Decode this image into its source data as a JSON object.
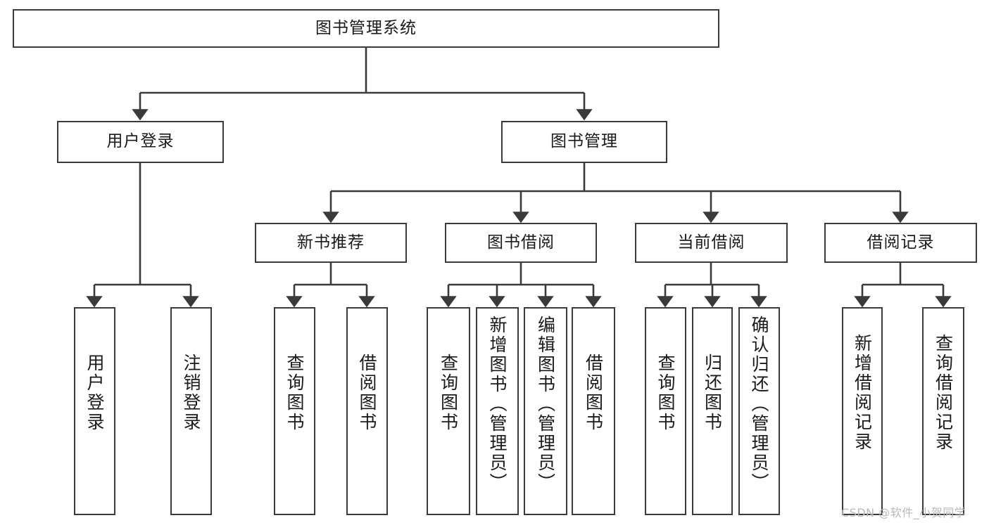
{
  "diagram": {
    "title": "图书管理系统",
    "type": "tree-hierarchy-diagram",
    "colors": {
      "stroke": "#3a3a3a",
      "fill": "#ffffff",
      "text": "#1a1a1a",
      "watermark": "#b9b9b9"
    },
    "root": {
      "label": "图书管理系统"
    },
    "level2": [
      {
        "label": "用户登录"
      },
      {
        "label": "图书管理"
      }
    ],
    "level3": [
      {
        "label": "新书推荐"
      },
      {
        "label": "图书借阅"
      },
      {
        "label": "当前借阅"
      },
      {
        "label": "借阅记录"
      }
    ],
    "leaves": {
      "user_login": [
        {
          "label": "用户登录"
        },
        {
          "label": "注销登录"
        }
      ],
      "new_book": [
        {
          "label": "查询图书"
        },
        {
          "label": "借阅图书"
        }
      ],
      "book_borrow": [
        {
          "label": "查询图书"
        },
        {
          "label": "新增图书（管理员）"
        },
        {
          "label": "编辑图书（管理员）"
        },
        {
          "label": "借阅图书"
        }
      ],
      "current_borrow": [
        {
          "label": "查询图书"
        },
        {
          "label": "归还图书"
        },
        {
          "label": "确认归还（管理员）"
        }
      ],
      "borrow_record": [
        {
          "label": "新增借阅记录"
        },
        {
          "label": "查询借阅记录"
        }
      ]
    }
  },
  "watermark": {
    "text": "CSDN @软件_小贺同学"
  }
}
